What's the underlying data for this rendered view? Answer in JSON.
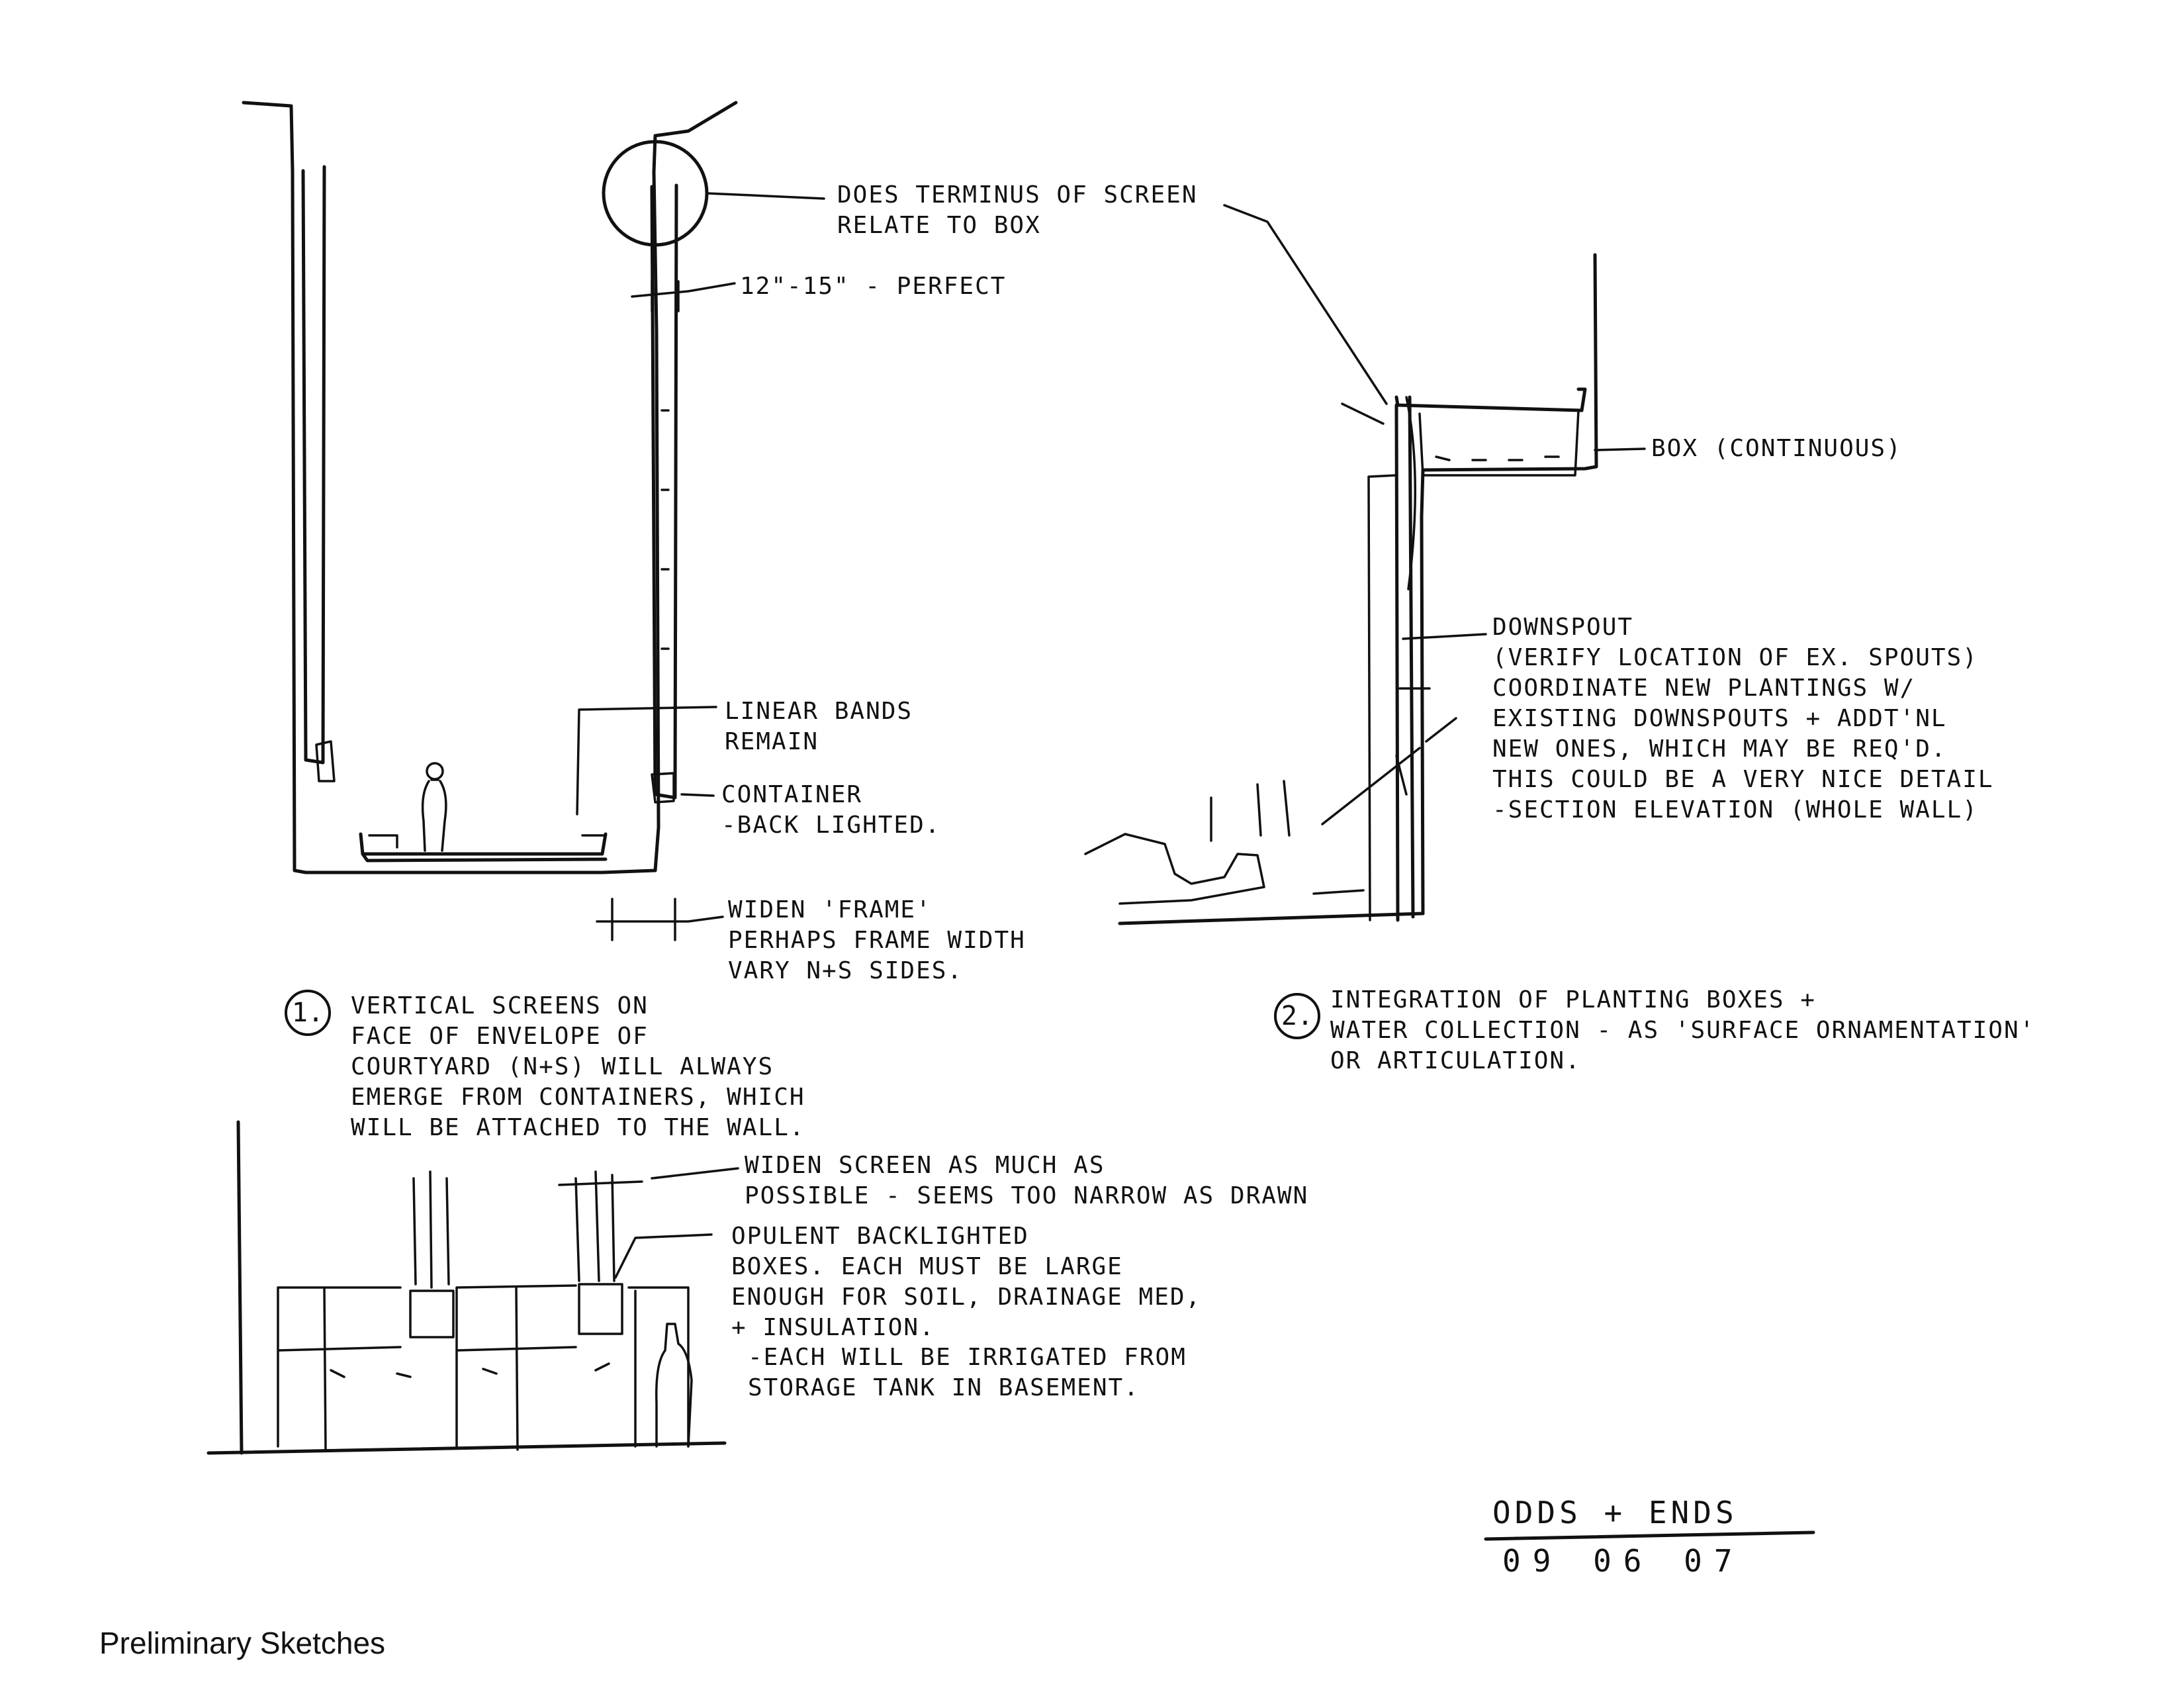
{
  "sheet": {
    "caption": "Preliminary Sketches",
    "title": "ODDS + ENDS",
    "date": "09 06 07"
  },
  "sketch1": {
    "number": "1.",
    "note_terminus": "DOES TERMINUS OF SCREEN\nRELATE TO BOX",
    "note_width": "12\"-15\" - PERFECT",
    "note_bands": "LINEAR BANDS\nREMAIN",
    "note_container": "CONTAINER\n-BACK LIGHTED.",
    "note_frame": "WIDEN 'FRAME'\nPERHAPS FRAME WIDTH\nVARY N+S SIDES.",
    "description": "VERTICAL SCREENS ON\nFACE OF ENVELOPE OF\nCOURTYARD (N+S) WILL ALWAYS\nEMERGE FROM CONTAINERS, WHICH\nWILL BE ATTACHED TO THE WALL."
  },
  "sketch2": {
    "number": "2.",
    "note_box": "BOX (CONTINUOUS)",
    "note_downspout": "DOWNSPOUT\n(VERIFY LOCATION OF EX. SPOUTS)\nCOORDINATE NEW PLANTINGS W/\nEXISTING DOWNSPOUTS + ADDT'NL\nNEW ONES, WHICH MAY BE REQ'D.\nTHIS COULD BE A VERY NICE DETAIL\n-SECTION ELEVATION (WHOLE WALL)",
    "description": "INTEGRATION OF PLANTING BOXES +\nWATER COLLECTION - AS 'SURFACE ORNAMENTATION'\nOR ARTICULATION."
  },
  "sketch3": {
    "note_widen": "WIDEN SCREEN AS MUCH AS\nPOSSIBLE - SEEMS TOO NARROW AS DRAWN",
    "note_boxes": "OPULENT BACKLIGHTED\nBOXES. EACH MUST BE LARGE\nENOUGH FOR SOIL, DRAINAGE MED,\n+ INSULATION.",
    "note_irrigation": "-EACH WILL BE IRRIGATED FROM\nSTORAGE TANK IN BASEMENT."
  }
}
